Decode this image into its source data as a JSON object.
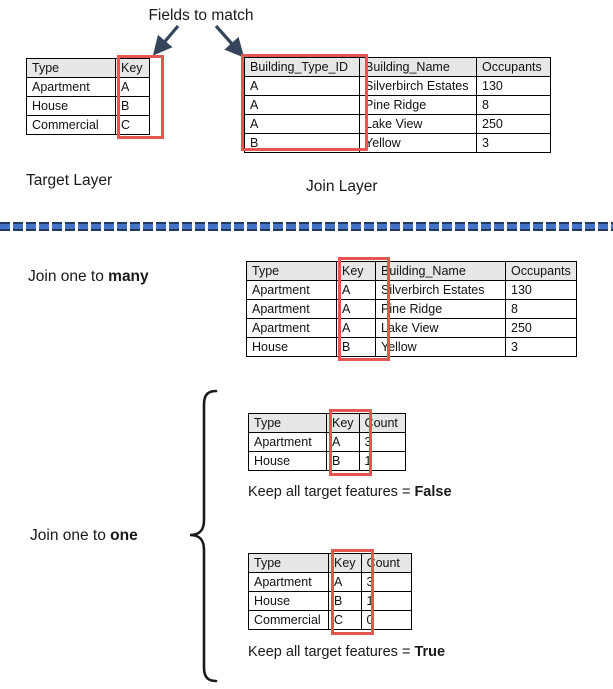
{
  "title": "Fields to match",
  "colors": {
    "highlight_red": "#E2574F",
    "table_header_bg": "#E7E7E7",
    "arrow": "#36455C",
    "divider_blue": "#4472C4",
    "divider_navy": "#1F3864"
  },
  "target_layer": {
    "label": "Target Layer",
    "table": {
      "headers": [
        "Type",
        "Key"
      ],
      "rows": [
        [
          "Apartment",
          "A"
        ],
        [
          "House",
          "B"
        ],
        [
          "Commercial",
          "C"
        ]
      ]
    }
  },
  "join_layer": {
    "label": "Join Layer",
    "table": {
      "headers": [
        "Building_Type_ID",
        "Building_Name",
        "Occupants"
      ],
      "rows": [
        [
          "A",
          "Silverbirch Estates",
          "130"
        ],
        [
          "A",
          "Pine Ridge",
          "8"
        ],
        [
          "A",
          "Lake View",
          "250"
        ],
        [
          "B",
          "Yellow",
          "3"
        ]
      ]
    }
  },
  "one_to_many": {
    "label_prefix": "Join one to ",
    "label_bold": "many",
    "table": {
      "headers": [
        "Type",
        "Key",
        "Building_Name",
        "Occupants"
      ],
      "rows": [
        [
          "Apartment",
          "A",
          "Silverbirch Estates",
          "130"
        ],
        [
          "Apartment",
          "A",
          "Pine Ridge",
          "8"
        ],
        [
          "Apartment",
          "A",
          "Lake View",
          "250"
        ],
        [
          "House",
          "B",
          "Yellow",
          "3"
        ]
      ]
    }
  },
  "one_to_one": {
    "label_prefix": "Join one to ",
    "label_bold": "one",
    "false_case": {
      "table": {
        "headers": [
          "Type",
          "Key",
          "Count"
        ],
        "rows": [
          [
            "Apartment",
            "A",
            "3"
          ],
          [
            "House",
            "B",
            "1"
          ]
        ]
      },
      "caption_prefix": "Keep all target features = ",
      "caption_bold": "False"
    },
    "true_case": {
      "table": {
        "headers": [
          "Type",
          "Key",
          "Count"
        ],
        "rows": [
          [
            "Apartment",
            "A",
            "3"
          ],
          [
            "House",
            "B",
            "1"
          ],
          [
            "Commercial",
            "C",
            "0"
          ]
        ]
      },
      "caption_prefix": "Keep all target features = ",
      "caption_bold": "True"
    }
  }
}
